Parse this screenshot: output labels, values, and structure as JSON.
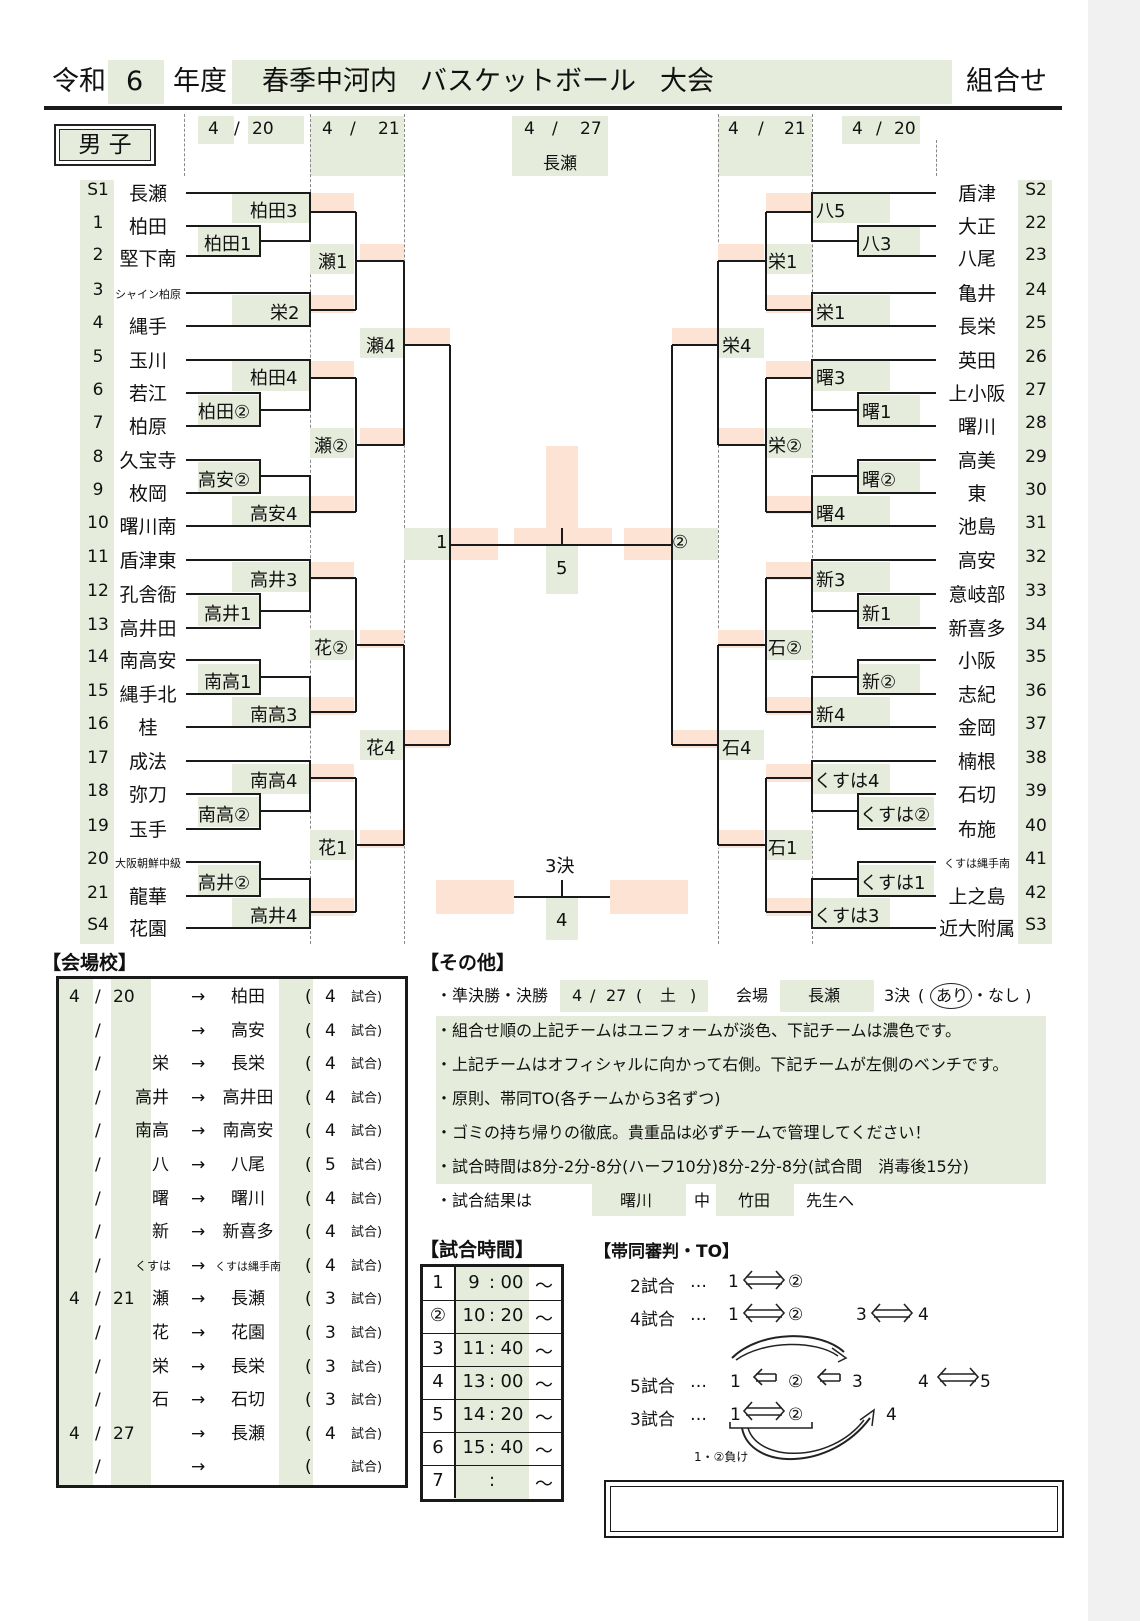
{
  "header": {
    "era": "令和",
    "year": "6",
    "year_suffix": "年度",
    "tournament_name": "春季中河内",
    "sport": "バスケットボール",
    "event_type": "大会",
    "doc_type": "組合せ",
    "division": "男 子"
  },
  "dates": {
    "left_r1": {
      "month": "4",
      "day": "20"
    },
    "left_r2": {
      "month": "4",
      "day": "21"
    },
    "center": {
      "month": "4",
      "day": "27",
      "venue": "長瀬"
    },
    "right_r2": {
      "month": "4",
      "day": "21"
    },
    "right_r1": {
      "month": "4",
      "day": "20"
    },
    "slash": "/"
  },
  "left_teams": [
    {
      "seed": "S1",
      "name": "長瀬"
    },
    {
      "seed": "1",
      "name": "柏田"
    },
    {
      "seed": "2",
      "name": "堅下南"
    },
    {
      "seed": "3",
      "name": "シャイン柏原",
      "small": true
    },
    {
      "seed": "4",
      "name": "縄手"
    },
    {
      "seed": "5",
      "name": "玉川"
    },
    {
      "seed": "6",
      "name": "若江"
    },
    {
      "seed": "7",
      "name": "柏原"
    },
    {
      "seed": "8",
      "name": "久宝寺"
    },
    {
      "seed": "9",
      "name": "枚岡"
    },
    {
      "seed": "10",
      "name": "曙川南"
    },
    {
      "seed": "11",
      "name": "盾津東"
    },
    {
      "seed": "12",
      "name": "孔舎衙"
    },
    {
      "seed": "13",
      "name": "高井田"
    },
    {
      "seed": "14",
      "name": "南高安"
    },
    {
      "seed": "15",
      "name": "縄手北"
    },
    {
      "seed": "16",
      "name": "桂"
    },
    {
      "seed": "17",
      "name": "成法"
    },
    {
      "seed": "18",
      "name": "弥刀"
    },
    {
      "seed": "19",
      "name": "玉手"
    },
    {
      "seed": "20",
      "name": "大阪朝鮮中級",
      "small": true
    },
    {
      "seed": "21",
      "name": "龍華"
    },
    {
      "seed": "S4",
      "name": "花園"
    }
  ],
  "right_teams": [
    {
      "seed": "S2",
      "name": "盾津"
    },
    {
      "seed": "22",
      "name": "大正"
    },
    {
      "seed": "23",
      "name": "八尾"
    },
    {
      "seed": "24",
      "name": "亀井"
    },
    {
      "seed": "25",
      "name": "長栄"
    },
    {
      "seed": "26",
      "name": "英田"
    },
    {
      "seed": "27",
      "name": "上小阪"
    },
    {
      "seed": "28",
      "name": "曙川"
    },
    {
      "seed": "29",
      "name": "高美"
    },
    {
      "seed": "30",
      "name": "東"
    },
    {
      "seed": "31",
      "name": "池島"
    },
    {
      "seed": "32",
      "name": "高安"
    },
    {
      "seed": "33",
      "name": "意岐部"
    },
    {
      "seed": "34",
      "name": "新喜多"
    },
    {
      "seed": "35",
      "name": "小阪"
    },
    {
      "seed": "36",
      "name": "志紀"
    },
    {
      "seed": "37",
      "name": "金岡"
    },
    {
      "seed": "38",
      "name": "楠根"
    },
    {
      "seed": "39",
      "name": "石切"
    },
    {
      "seed": "40",
      "name": "布施"
    },
    {
      "seed": "41",
      "name": "くすは縄手南",
      "small": true
    },
    {
      "seed": "42",
      "name": "上之島"
    },
    {
      "seed": "S3",
      "name": "近大附属"
    }
  ],
  "match_labels": {
    "l_kashiwada3": "柏田3",
    "l_kashiwada1": "柏田1",
    "l_sakae2": "栄2",
    "l_kashiwada4": "柏田4",
    "l_kashiwada_2": "柏田②",
    "l_takayasu_2": "高安②",
    "l_takayasu4": "高安4",
    "l_takai3": "高井3",
    "l_takai1": "高井1",
    "l_minami1": "南高1",
    "l_minami3": "南高3",
    "l_minami4": "南高4",
    "l_minami_2": "南高②",
    "l_takai_2": "高井②",
    "l_takai4": "高井4",
    "l_se1": "瀬1",
    "l_se_2": "瀬②",
    "l_hana_2": "花②",
    "l_hana1": "花1",
    "l_se4": "瀬4",
    "l_hana4": "花4",
    "semi_left": "1",
    "final": "5",
    "semi_right": "②",
    "r_ha5": "八5",
    "r_ha3": "八3",
    "r_sakae1b": "栄1",
    "r_ake3": "曙3",
    "r_ake1": "曙1",
    "r_ake_2": "曙②",
    "r_ake4": "曙4",
    "r_shin3": "新3",
    "r_shin1": "新1",
    "r_shin_2": "新②",
    "r_shin4": "新4",
    "r_kusu4": "くすは4",
    "r_kusu_2": "くすは②",
    "r_kusu1": "くすは1",
    "r_kusu3": "くすは3",
    "r_sakae1": "栄1",
    "r_sakae_2": "栄②",
    "r_ishi_2": "石②",
    "r_ishi1": "石1",
    "r_sakae4": "栄4",
    "r_ishi4": "石4",
    "third_title": "3決",
    "third_num": "4"
  },
  "venues": {
    "title": "【会場校】",
    "rows": [
      {
        "month": "4",
        "day": "20",
        "code": "",
        "school": "柏田",
        "count": "4"
      },
      {
        "month": "",
        "day": "",
        "code": "",
        "school": "高安",
        "count": "4"
      },
      {
        "month": "",
        "day": "",
        "code": "栄",
        "school": "長栄",
        "count": "4"
      },
      {
        "month": "",
        "day": "",
        "code": "高井",
        "school": "高井田",
        "count": "4"
      },
      {
        "month": "",
        "day": "",
        "code": "南高",
        "school": "南高安",
        "count": "4"
      },
      {
        "month": "",
        "day": "",
        "code": "八",
        "school": "八尾",
        "count": "5"
      },
      {
        "month": "",
        "day": "",
        "code": "曙",
        "school": "曙川",
        "count": "4"
      },
      {
        "month": "",
        "day": "",
        "code": "新",
        "school": "新喜多",
        "count": "4"
      },
      {
        "month": "",
        "day": "",
        "code": "くすは",
        "school": "くすは縄手南",
        "count": "4",
        "small": true
      },
      {
        "month": "4",
        "day": "21",
        "code": "瀬",
        "school": "長瀬",
        "count": "3"
      },
      {
        "month": "",
        "day": "",
        "code": "花",
        "school": "花園",
        "count": "3"
      },
      {
        "month": "",
        "day": "",
        "code": "栄",
        "school": "長栄",
        "count": "3"
      },
      {
        "month": "",
        "day": "",
        "code": "石",
        "school": "石切",
        "count": "3"
      },
      {
        "month": "4",
        "day": "27",
        "code": "",
        "school": "長瀬",
        "count": "4"
      },
      {
        "month": "",
        "day": "",
        "code": "",
        "school": "",
        "count": ""
      }
    ],
    "arrow": "→",
    "paren_open": "(",
    "match_suffix": "試合)",
    "slash": "/"
  },
  "other": {
    "title": "【その他】",
    "semi_final_prefix": "・準決勝・決勝",
    "semi_month": "4",
    "semi_day": "27",
    "semi_dow_open": "(",
    "semi_dow": "土",
    "semi_dow_close": ")",
    "venue_label": "会場",
    "venue_value": "長瀬",
    "third_label": "3決",
    "third_yes": "あり",
    "third_sep": "・",
    "third_no": "なし )",
    "third_open": "(",
    "notes": [
      "・組合せ順の上記チームはユニフォームが淡色、下記チームは濃色です。",
      "・上記チームはオフィシャルに向かって右側。下記チームが左側のベンチです。",
      "・原則、帯同TO(各チームから3名ずつ)",
      "・ゴミの持ち帰りの徹底。貴重品は必ずチームで管理してください！",
      "・試合時間は8分-2分-8分(ハーフ10分)8分-2分-8分(試合間　消毒後15分)"
    ],
    "result_label": "・試合結果は",
    "result_school": "曙川",
    "result_mid": "中",
    "result_teacher": "竹田",
    "result_suffix": "先生へ"
  },
  "schedule": {
    "title": "【試合時間】",
    "rows": [
      {
        "no": "1",
        "hour": "9",
        "min": "00"
      },
      {
        "no": "②",
        "hour": "10",
        "min": "20"
      },
      {
        "no": "3",
        "hour": "11",
        "min": "40"
      },
      {
        "no": "4",
        "hour": "13",
        "min": "00"
      },
      {
        "no": "5",
        "hour": "14",
        "min": "20"
      },
      {
        "no": "6",
        "hour": "15",
        "min": "40"
      },
      {
        "no": "7",
        "hour": "",
        "min": ""
      }
    ],
    "colon": ":",
    "tilde": "～"
  },
  "referee": {
    "title": "【帯同審判・TO】",
    "line2_label": "2試合",
    "line4_label": "4試合",
    "line5_label": "5試合",
    "line3_label": "3試合",
    "dots": "…",
    "n1": "1",
    "n2": "②",
    "n3": "3",
    "n4": "4",
    "n5": "5",
    "note_losers": "1・②負け"
  },
  "colors": {
    "green": "#e6ecdc",
    "peach": "#fde3d3",
    "line": "#1a1a1a"
  }
}
